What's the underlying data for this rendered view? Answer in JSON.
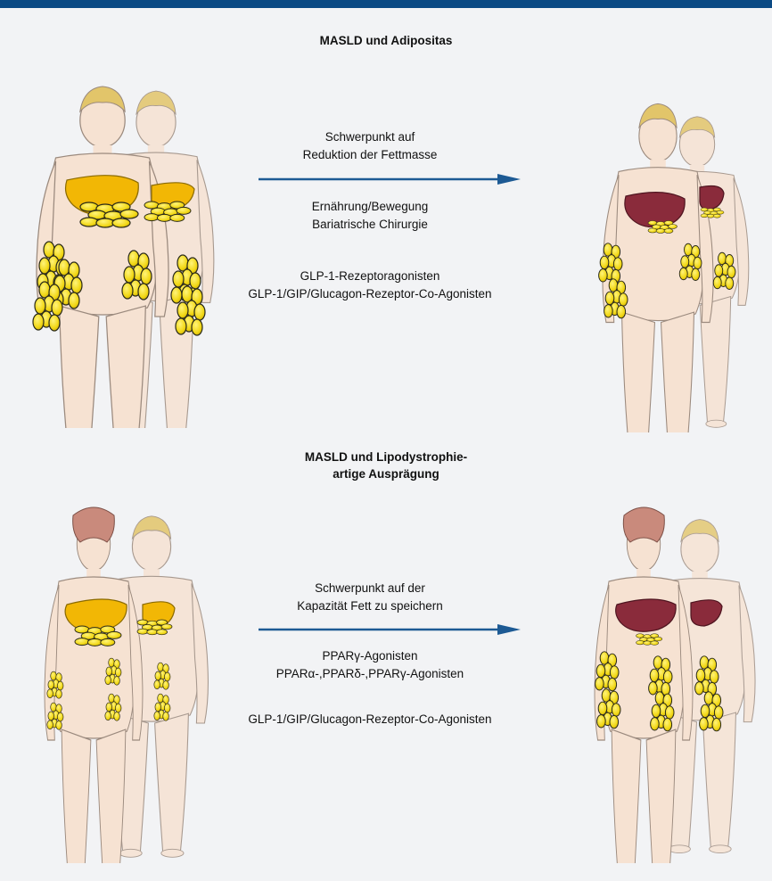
{
  "colors": {
    "top_bar": "#0b4a84",
    "panel_background": "#f2f3f5",
    "arrow": "#1d5a94",
    "liver_fatty": "#f2b705",
    "liver_healthy": "#8a2b3b",
    "fat_deposits": "#f3dc1b",
    "skin": "#f6e4d6"
  },
  "section1": {
    "title": "MASLD und Adipositas",
    "line1": "Schwerpunkt auf",
    "line2": "Reduktion der Fettmasse",
    "line3": "Ernährung/Bewegung",
    "line4": "Bariatrische Chirurgie",
    "line5": "GLP-1-Rezeptoragonisten",
    "line6": "GLP-1/GIP/Glucagon-Rezeptor-Co-Agonisten"
  },
  "section2": {
    "title_line1": "MASLD und Lipodystrophie-",
    "title_line2": "artige Ausprägung",
    "line1": "Schwerpunkt auf der",
    "line2": "Kapazität Fett zu speichern",
    "line3": "PPARγ-Agonisten",
    "line4": "PPARα-,PPARδ-,PPARγ-Agonisten",
    "line5": "GLP-1/GIP/Glucagon-Rezeptor-Co-Agonisten"
  }
}
